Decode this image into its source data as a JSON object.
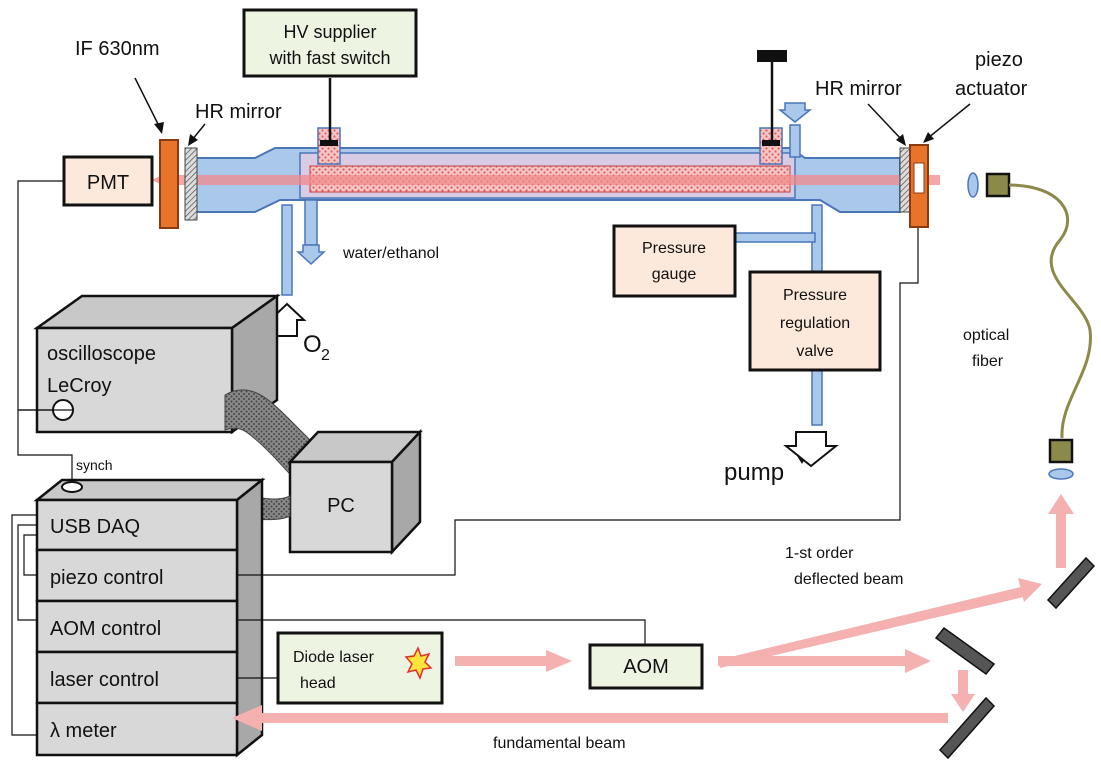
{
  "labels": {
    "if_filter": "IF 630nm",
    "hr_mirror_left": "HR mirror",
    "hr_mirror_right": "HR mirror",
    "piezo_line1": "piezo",
    "piezo_line2": "actuator",
    "water": "water/ethanol",
    "o2_main": "O",
    "o2_sub": "2",
    "optical_line1": "optical",
    "optical_line2": "fiber",
    "pump": "pump",
    "synch": "synch",
    "first_order_line1": "1-st order",
    "first_order_line2": "deflected beam",
    "fundamental": "fundamental  beam"
  },
  "boxes": {
    "hv_line1": "HV supplier",
    "hv_line2": "with fast switch",
    "pmt": "PMT",
    "pressure_gauge_line1": "Pressure",
    "pressure_gauge_line2": "gauge",
    "regulation_line1": "Pressure",
    "regulation_line2": "regulation",
    "regulation_line3": "valve",
    "oscilloscope_line1": "oscilloscope",
    "oscilloscope_line2": "LeCroy",
    "pc": "PC",
    "diode_line1": "Diode laser",
    "diode_line2": "head",
    "aom": "AOM"
  },
  "rack": [
    "USB DAQ",
    "piezo control",
    "AOM control",
    "laser control",
    "λ meter"
  ],
  "colors": {
    "tube": "#a9c8ea",
    "tube_stroke": "#4a76b8",
    "inner_tube": "#d8cce4",
    "plasma": "#f2b3b3",
    "beam": "#f5b0b0",
    "box_fill_cream": "#fde9dc",
    "box_fill_green": "#eef4e2",
    "device_gray": "#d8d8d8",
    "orange": "#e8742c",
    "fiber": "#8c8a4a"
  }
}
